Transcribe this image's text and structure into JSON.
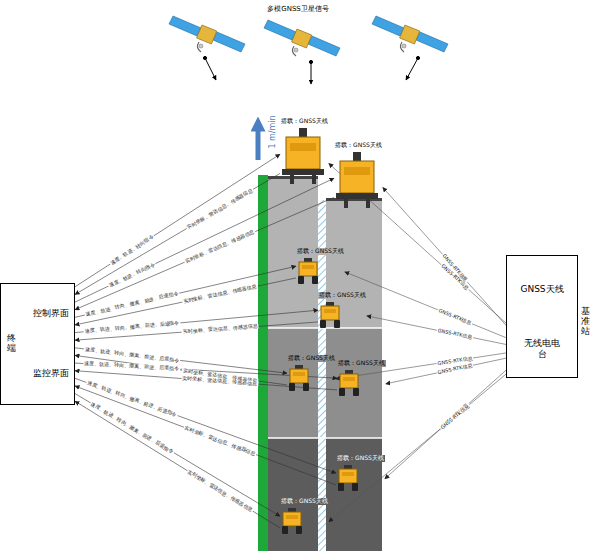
{
  "diagram": {
    "nodes": [
      {
        "text": [
          "终端"
        ]
      },
      {
        "text": [
          "控制界面"
        ],
        "in": 0
      },
      {
        "text": [
          "监控界面"
        ],
        "in": 0
      },
      {
        "text": [
          "基准站"
        ]
      },
      {
        "text": [
          "GNSS天线"
        ],
        "in": 3
      },
      {
        "text": [
          "无线电电台"
        ],
        "in": 3
      },
      {
        "text": [
          "搭载：GNSS天线"
        ]
      },
      {
        "text": [
          "搭载：GNSS天线"
        ]
      },
      {
        "text": [
          "搭载：GNSS天线"
        ]
      },
      {
        "text": [
          "搭载：GNSS天线"
        ]
      },
      {
        "text": [
          "搭载：GNSS天线"
        ]
      },
      {
        "text": [
          "搭载：GNSS天线"
        ]
      },
      {
        "text": [
          "搭载：GNSS天线"
        ]
      },
      {
        "text": [
          "搭载：GNSS天线"
        ]
      }
    ],
    "edges": [
      {
        "from": 4,
        "to": 5,
        "arrow": "to"
      },
      {
        "from": 5,
        "to": 6,
        "label": "GNSS-RTK信息",
        "arrow": "to"
      },
      {
        "from": 5,
        "to": 7,
        "label": "GNSS-RTK信息",
        "arrow": "to"
      },
      {
        "from": 5,
        "to": 8,
        "label": "GNSS-RTK信息",
        "arrow": "to"
      },
      {
        "from": 5,
        "to": 9,
        "label": "GNSS-RTK信息",
        "arrow": "to"
      },
      {
        "from": 5,
        "to": 10,
        "label": "GNSS-RTK信息",
        "arrow": "to"
      },
      {
        "from": 5,
        "to": 11,
        "label": "GNSS-RTK信息",
        "arrow": "to"
      },
      {
        "from": 5,
        "to": 12,
        "label": "GNSS-RTK信息",
        "arrow": "to"
      },
      {
        "from": 5,
        "to": 13,
        "label": "GNSS-RTK信息",
        "arrow": "to"
      },
      {
        "from": 0,
        "to": 6,
        "label": "速度、轨迹、转向指令",
        "arrow": "to"
      },
      {
        "from": 6,
        "to": 0,
        "label": "实时坐标、雷达信息、传感器信息",
        "arrow": "to"
      },
      {
        "from": 0,
        "to": 7,
        "label": "速度、轨迹、转向指令",
        "arrow": "to"
      },
      {
        "from": 7,
        "to": 0,
        "label": "实时坐标、雷达信息、传感器信息",
        "arrow": "to"
      },
      {
        "from": 0,
        "to": 8,
        "label": "速度、轨迹、转向、撤离、前进、后退指令",
        "arrow": "to"
      },
      {
        "from": 8,
        "to": 0,
        "label": "实时坐标、雷达信息、传感器信息",
        "arrow": "to"
      },
      {
        "from": 0,
        "to": 9,
        "label": "速度、轨迹、转向、撤离、前进、后退指令",
        "arrow": "to"
      },
      {
        "from": 9,
        "to": 0,
        "label": "实时坐标、雷达信息、传感器信息",
        "arrow": "to"
      },
      {
        "from": 0,
        "to": 10,
        "label": "速度、轨迹、转向、撤离、前进、后退指令",
        "arrow": "to"
      },
      {
        "from": 10,
        "to": 0,
        "label": "实时坐标、雷达信息、传感器信息",
        "arrow": "to"
      },
      {
        "from": 0,
        "to": 11,
        "label": "速度、轨迹、转向、撤离、前进、后退指令",
        "arrow": "to"
      },
      {
        "from": 11,
        "to": 0,
        "label": "实时坐标、雷达信息、传感器信息",
        "arrow": "to"
      },
      {
        "from": 0,
        "to": 12,
        "label": "速度、轨迹、转向、撤离、前进、后退指令",
        "arrow": "to"
      },
      {
        "from": 12,
        "to": 0,
        "label": "实时坐标、雷达信息、传感器信息",
        "arrow": "to"
      },
      {
        "from": 0,
        "to": 13,
        "label": "速度、轨迹、转向、撤离、前进、后退指令",
        "arrow": "to"
      },
      {
        "from": 13,
        "to": 0,
        "label": "实时坐标、雷达信息、传感器信息",
        "arrow": "to"
      }
    ],
    "labels": [
      "多模GNSS卫星信号",
      "1 m/min"
    ]
  }
}
